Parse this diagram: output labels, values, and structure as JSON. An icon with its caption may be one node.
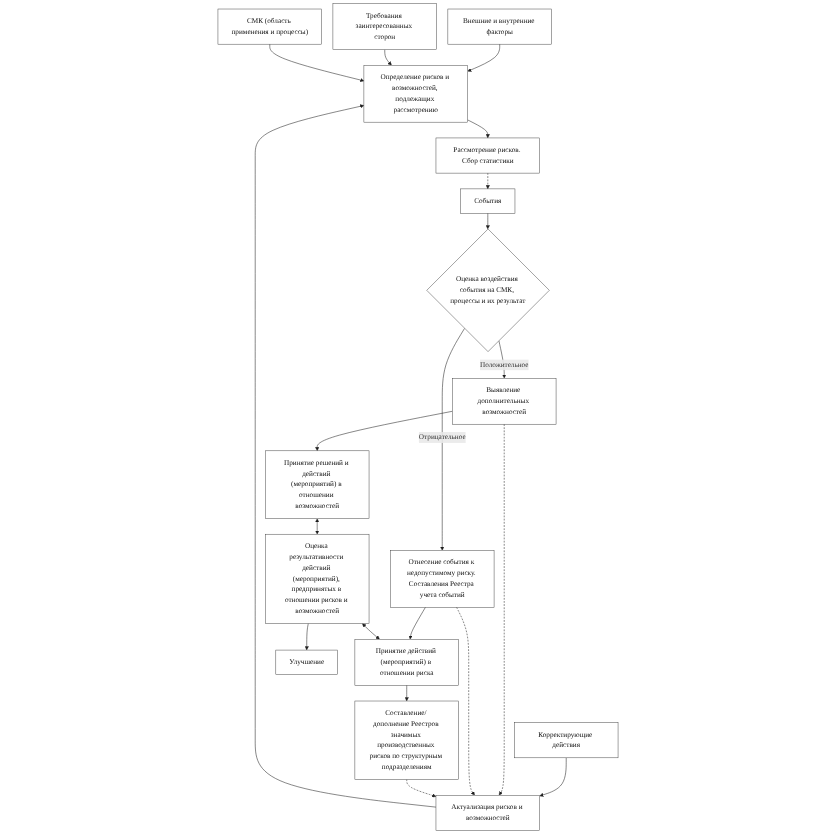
{
  "diagram": {
    "nodes": [
      {
        "text": [
          "Внешние и внутренние факторы"
        ]
      },
      {
        "text": [
          "Требования заинтересованных сторон"
        ]
      },
      {
        "text": [
          "СМК (область применения и процессы)"
        ]
      },
      {
        "text": [
          "События"
        ]
      },
      {
        "text": [
          "Определение рисков и возможностей, подлежащих рассмотрению"
        ]
      },
      {
        "text": [
          "Рассмотрение рисков. Сбор статистики"
        ]
      },
      {
        "text": [
          "Актуализация рисков и возможностей"
        ]
      },
      {
        "text": [
          "Корректирующие действия"
        ]
      },
      {
        "text": [
          "Оценка воздействия события на СМК, процессы и их результат"
        ]
      },
      {
        "text": [
          "Выявление дополнительных возможностей"
        ]
      },
      {
        "text": [
          "Отнесение события к недопустимому риску. Составления Реестра учета событий"
        ]
      },
      {
        "text": [
          "Принятие решений и действий (мероприятий) в отношении возможностей"
        ]
      },
      {
        "text": [
          "Оценка результативности действий (мероприятий), предпринятых в отношении рисков и возможностей"
        ]
      },
      {
        "text": [
          "Принятие действий (мероприятий) в отношении риска"
        ]
      },
      {
        "text": [
          "Улучшение"
        ]
      },
      {
        "text": [
          "Составление/ дополнение Реестров значимых производственных рисков по структурным подразделениям"
        ]
      }
    ],
    "edges": [
      {
        "from": 0,
        "to": 4,
        "arrow": "to"
      },
      {
        "from": 1,
        "to": 4,
        "arrow": "to"
      },
      {
        "from": 2,
        "to": 4,
        "arrow": "to"
      },
      {
        "from": 4,
        "to": 5,
        "arrow": "to"
      },
      {
        "from": 5,
        "to": 3,
        "arrow": "to",
        "style": "dashed"
      },
      {
        "from": 6,
        "to": 4,
        "arrow": "to"
      },
      {
        "from": 7,
        "to": 6,
        "arrow": "to"
      },
      {
        "from": 3,
        "to": 8,
        "arrow": "to"
      },
      {
        "from": 8,
        "to": 9,
        "arrow": "to",
        "label": "Положительное"
      },
      {
        "from": 8,
        "to": 10,
        "arrow": "to",
        "label": "Отрицательное"
      },
      {
        "from": 9,
        "to": 6,
        "arrow": "to",
        "style": "dashed"
      },
      {
        "from": 10,
        "to": 6,
        "arrow": "to",
        "style": "dashed"
      },
      {
        "from": 15,
        "to": 6,
        "arrow": "to",
        "style": "dashed"
      },
      {
        "from": 9,
        "to": 11,
        "arrow": "to"
      },
      {
        "from": 10,
        "to": 13,
        "arrow": "to"
      },
      {
        "from": 11,
        "to": 12,
        "arrow": "both"
      },
      {
        "from": 12,
        "to": 13,
        "arrow": "both"
      },
      {
        "from": 12,
        "to": 14,
        "arrow": "to"
      },
      {
        "from": 13,
        "to": 15,
        "arrow": "to"
      }
    ]
  }
}
